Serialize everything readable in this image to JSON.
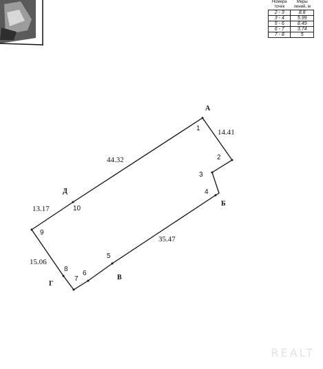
{
  "table": {
    "headers": [
      "Номера точек",
      "Меры линий, м"
    ],
    "rows": [
      {
        "points": "2 - 3",
        "length": "8.8"
      },
      {
        "points": "3 - 4",
        "length": "5.99"
      },
      {
        "points": "5 - 6",
        "length": "8.49"
      },
      {
        "points": "6 - 7",
        "length": "3.74"
      },
      {
        "points": "7 - 8",
        "length": "5"
      }
    ]
  },
  "diagram": {
    "corners": [
      "А",
      "Б",
      "В",
      "Г",
      "Д"
    ],
    "points": [
      "1",
      "2",
      "3",
      "4",
      "5",
      "6",
      "7",
      "8",
      "9",
      "10"
    ],
    "lengths": [
      "14.41",
      "35.47",
      "44.32",
      "13.17",
      "15.06"
    ]
  },
  "watermark": "REALT"
}
